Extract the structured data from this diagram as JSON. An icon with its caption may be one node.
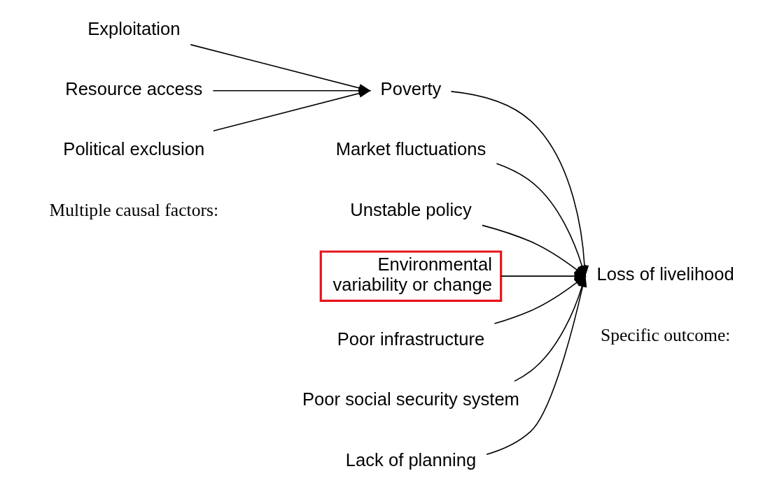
{
  "diagram": {
    "nodes": [
      {
        "text": [
          "Exploitation"
        ]
      },
      {
        "text": [
          "Resource access"
        ]
      },
      {
        "text": [
          "Political exclusion"
        ]
      },
      {
        "text": [
          "Poverty"
        ]
      },
      {
        "text": [
          "Market fluctuations"
        ]
      },
      {
        "text": [
          "Unstable policy"
        ]
      },
      {
        "text": [
          "Environmental variability or change"
        ]
      },
      {
        "text": [
          "Poor infrastructure"
        ]
      },
      {
        "text": [
          "Poor social security system"
        ]
      },
      {
        "text": [
          "Lack of planning"
        ]
      },
      {
        "text": [
          "Loss of livelihood"
        ]
      }
    ],
    "edges": [
      {
        "from": 0,
        "to": 3,
        "arrow": "to"
      },
      {
        "from": 1,
        "to": 3,
        "arrow": "to"
      },
      {
        "from": 2,
        "to": 3,
        "arrow": "to"
      },
      {
        "from": 3,
        "to": 10,
        "arrow": "to"
      },
      {
        "from": 4,
        "to": 10,
        "arrow": "to"
      },
      {
        "from": 5,
        "to": 10,
        "arrow": "to"
      },
      {
        "from": 6,
        "to": 10,
        "arrow": "to"
      },
      {
        "from": 7,
        "to": 10,
        "arrow": "to"
      },
      {
        "from": 8,
        "to": 10,
        "arrow": "to"
      },
      {
        "from": 9,
        "to": 10,
        "arrow": "to"
      }
    ],
    "labels": [
      "Multiple causal factors:",
      "Specific outcome:"
    ]
  }
}
